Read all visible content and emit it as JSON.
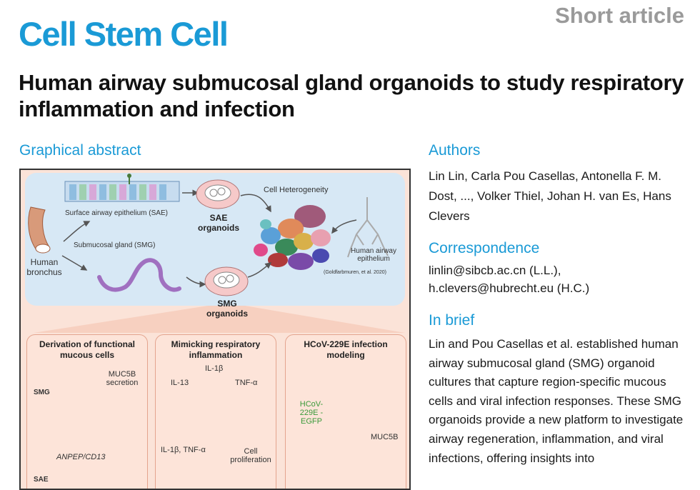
{
  "header": {
    "journal": "Cell Stem Cell",
    "article_type": "Short article",
    "title": "Human airway submucosal gland organoids to study respiratory inflammation and infection"
  },
  "graphical_abstract": {
    "heading": "Graphical abstract",
    "labels": {
      "sae": "Surface airway epithelium (SAE)",
      "smg": "Submucosal gland (SMG)",
      "human_bronchus": "Human bronchus",
      "sae_organoids": "SAE organoids",
      "smg_organoids": "SMG organoids",
      "cell_heterogeneity": "Cell Heterogeneity",
      "human_airway_epithelium": "Human airway epithelium",
      "citation": "(Goldfarbmuren, et al. 2020)"
    },
    "panels": [
      {
        "title": "Derivation of functional mucous cells",
        "labels": [
          "MUC5B secretion",
          "SMG",
          "ANPEP/CD13",
          "SAE"
        ]
      },
      {
        "title": "Mimicking respiratory inflammation",
        "labels": [
          "IL-13",
          "IL-1β",
          "TNF-α",
          "IL-1β, TNF-α",
          "Cell proliferation"
        ]
      },
      {
        "title": "HCoV-229E infection modeling",
        "labels": [
          "HCoV-229E -EGFP",
          "MUC5B"
        ]
      }
    ],
    "colors": {
      "accent": "#1a9ad6",
      "top_background": "#d7e8f5",
      "panel_background": "#fde4d9"
    }
  },
  "sidebar": {
    "authors_heading": "Authors",
    "authors": "Lin Lin, Carla Pou Casellas, Antonella F. M. Dost, ..., Volker Thiel, Johan H. van Es, Hans Clevers",
    "correspondence_heading": "Correspondence",
    "correspondence": [
      "linlin@sibcb.ac.cn (L.L.),",
      "h.clevers@hubrecht.eu (H.C.)"
    ],
    "brief_heading": "In brief",
    "brief": "Lin and Pou Casellas et al. established human airway submucosal gland (SMG) organoid cultures that capture region-specific mucous cells and viral infection responses. These SMG organoids provide a new platform to investigate airway regeneration, inflammation, and viral infections, offering insights into"
  }
}
